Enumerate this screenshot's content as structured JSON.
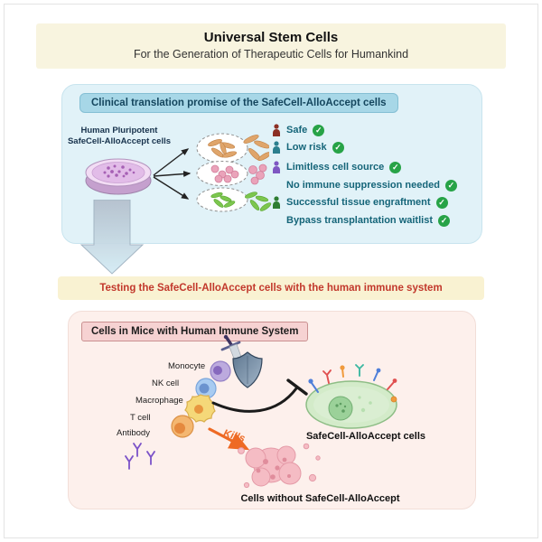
{
  "header": {
    "title": "Universal Stem Cells",
    "subtitle": "For the Generation of Therapeutic Cells for Humankind"
  },
  "clinical_panel": {
    "title": "Clinical translation promise of the SafeCell-AlloAccept cells",
    "source_cells": {
      "line1": "Human Pluripotent",
      "line2": "SafeCell-AlloAccept cells"
    },
    "benefits": [
      {
        "label": "Safe",
        "checked": true
      },
      {
        "label": "Low risk",
        "checked": true
      },
      {
        "label": "Limitless cell source",
        "checked": true
      },
      {
        "label": "No immune suppression needed",
        "checked": true
      },
      {
        "label": "Successful tissue engraftment",
        "checked": true
      },
      {
        "label": "Bypass transplantation waitlist",
        "checked": true
      }
    ]
  },
  "testing_banner": {
    "label": "Testing the SafeCell-AlloAccept cells with the human immune system"
  },
  "mice_panel": {
    "title": "Cells in Mice with Human Immune System",
    "immune_cells": [
      {
        "label": "Monocyte"
      },
      {
        "label": "NK cell"
      },
      {
        "label": "Macrophage"
      },
      {
        "label": "T cell"
      },
      {
        "label": "Antibody"
      }
    ],
    "kills_label": "Kills",
    "protected_cells_label": "SafeCell-AlloAccept cells",
    "killed_cells_label": "Cells without SafeCell-AlloAccept"
  },
  "icons": {
    "check": "✓"
  },
  "colors": {
    "check_green": "#27a347",
    "kills_orange": "#ee6a24",
    "testing_text_red": "#c2382c",
    "clinical_panel_blue": "#e1f2f8",
    "mice_panel_pink": "#fdf0ec"
  }
}
